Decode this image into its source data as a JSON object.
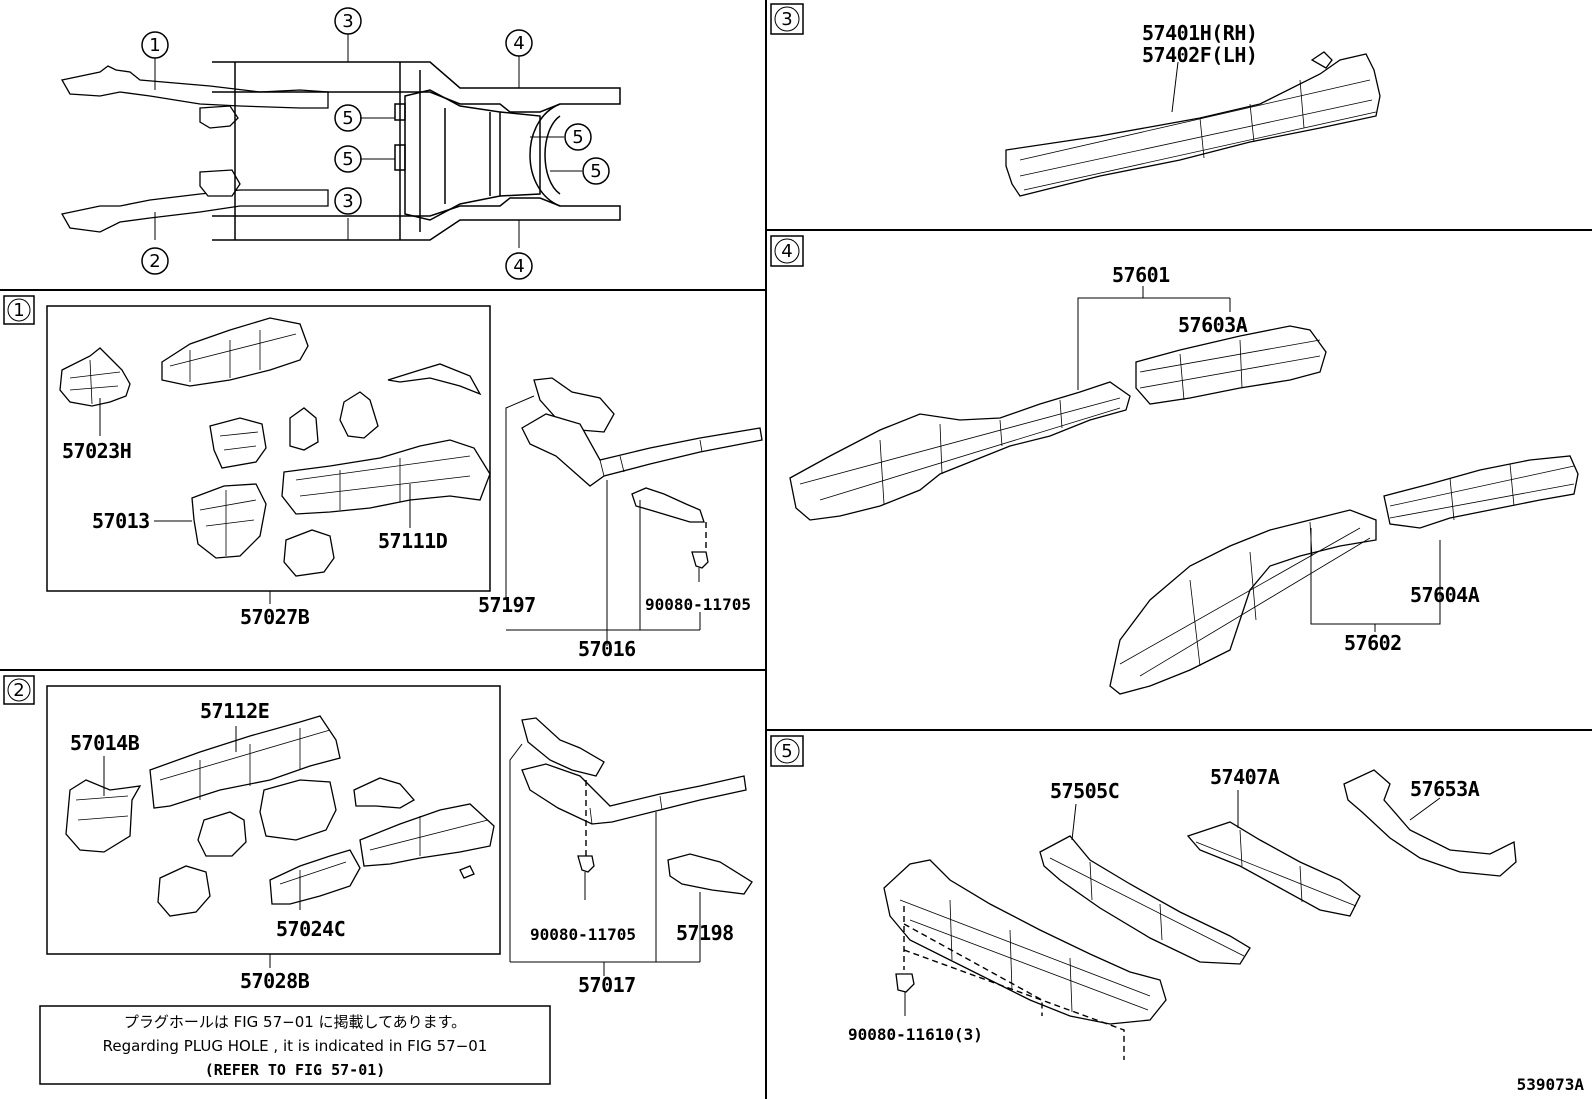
{
  "diagram_id": "539073A",
  "overview": {
    "callouts": [
      "1",
      "2",
      "3",
      "3",
      "4",
      "4",
      "5",
      "5",
      "5",
      "5"
    ]
  },
  "section1": {
    "tag": "1",
    "parts": {
      "p57023H": "57023H",
      "p57013": "57013",
      "p57111D": "57111D",
      "p57027B": "57027B",
      "p57197": "57197",
      "p57016": "57016",
      "p90080a": "90080-11705"
    }
  },
  "section2": {
    "tag": "2",
    "parts": {
      "p57014B": "57014B",
      "p57112E": "57112E",
      "p57024C": "57024C",
      "p57028B": "57028B",
      "p90080b": "90080-11705",
      "p57198": "57198",
      "p57017": "57017"
    },
    "note": {
      "jp": "プラグホールは FIG 57−01 に掲載してあります。",
      "en": "Regarding  PLUG  HOLE , it is indicated in  FIG  57−01",
      "ref": "(REFER TO FIG 57-01)"
    }
  },
  "section3": {
    "tag": "3",
    "parts": {
      "rh": "57401H(RH)",
      "lh": "57402F(LH)"
    }
  },
  "section4": {
    "tag": "4",
    "parts": {
      "p57601": "57601",
      "p57603A": "57603A",
      "p57604A": "57604A",
      "p57602": "57602"
    }
  },
  "section5": {
    "tag": "5",
    "parts": {
      "p57505C": "57505C",
      "p57407A": "57407A",
      "p57653A": "57653A",
      "p90080c": "90080-11610(3)"
    }
  }
}
